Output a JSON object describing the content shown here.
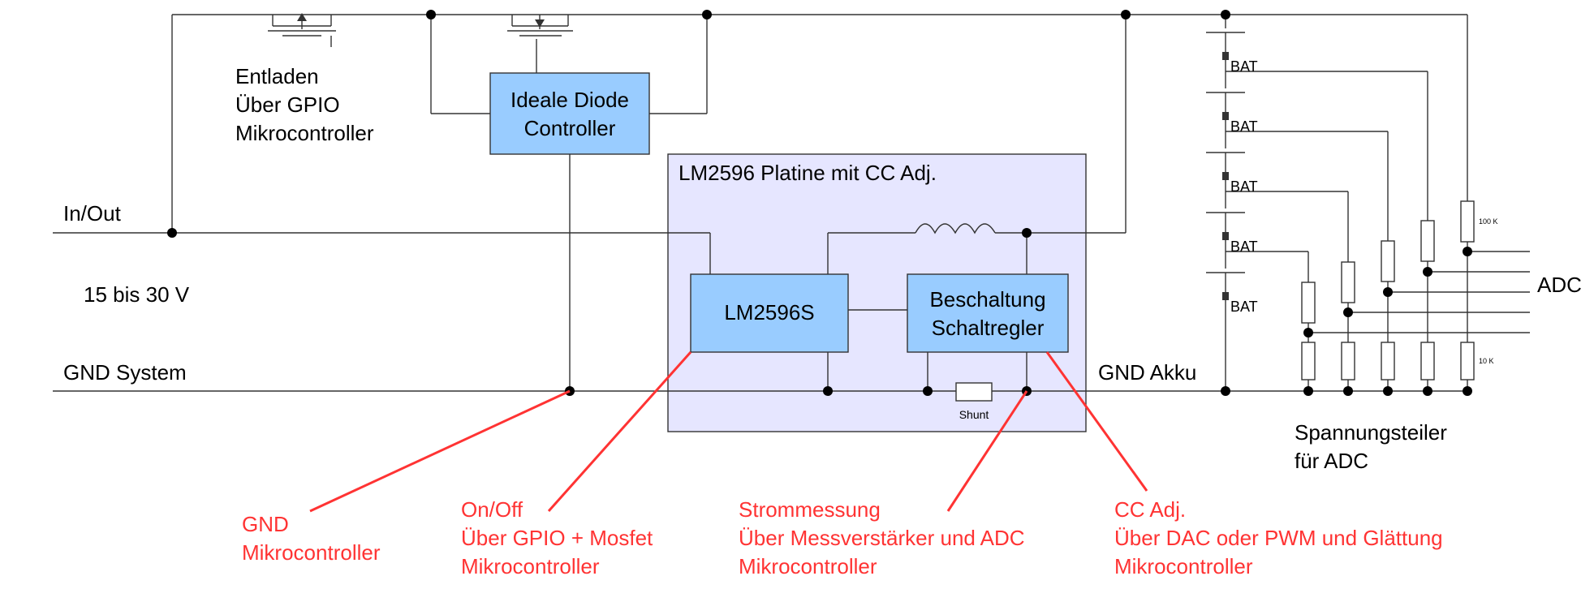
{
  "rails": {
    "in_out": "In/Out",
    "voltage": "15 bis 30 V",
    "gnd_system": "GND System",
    "gnd_akku": "GND Akku"
  },
  "blocks": {
    "ideal_diode": [
      "Ideale Diode",
      "Controller"
    ],
    "platine_title": "LM2596 Platine mit CC Adj.",
    "lm2596s": "LM2596S",
    "beschaltung": [
      "Beschaltung",
      "Schaltregler"
    ],
    "shunt": "Shunt"
  },
  "mosfet_note": [
    "Entladen",
    "Über GPIO",
    "Mikrocontroller"
  ],
  "battery": {
    "cell_label": "BAT",
    "cell_count": 5
  },
  "divider": {
    "r_high": "100 K",
    "r_low": "10 K",
    "caption": [
      "Spannungsteiler",
      "für ADC"
    ],
    "adc": "ADC"
  },
  "annotations": [
    [
      "GND",
      "Mikrocontroller"
    ],
    [
      "On/Off",
      "Über GPIO + Mosfet",
      "Mikrocontroller"
    ],
    [
      "Strommessung",
      "Über Messverstärker und ADC",
      "Mikrocontroller"
    ],
    [
      "CC Adj.",
      "Über DAC oder PWM und Glättung",
      "Mikrocontroller"
    ]
  ],
  "colors": {
    "block_fill": "#99ccff",
    "platine_fill": "#e6e6ff",
    "annotation": "#ff3333"
  }
}
